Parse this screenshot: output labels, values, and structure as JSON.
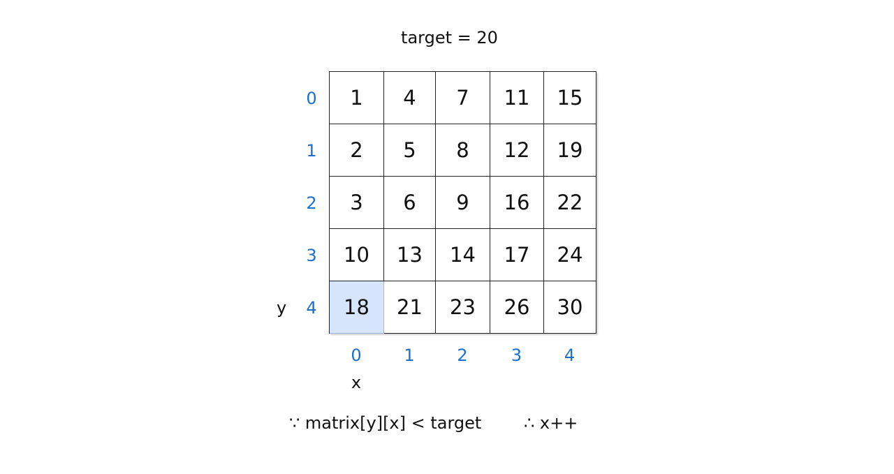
{
  "title": "target = 20",
  "matrix": [
    [
      "1",
      "4",
      "7",
      "11",
      "15"
    ],
    [
      "2",
      "5",
      "8",
      "12",
      "19"
    ],
    [
      "3",
      "6",
      "9",
      "16",
      "22"
    ],
    [
      "10",
      "13",
      "14",
      "17",
      "24"
    ],
    [
      "18",
      "21",
      "23",
      "26",
      "30"
    ]
  ],
  "highlight": {
    "row": 4,
    "col": 0,
    "color": "#d6e5fb"
  },
  "row_indices": [
    "0",
    "1",
    "2",
    "3",
    "4"
  ],
  "col_indices": [
    "0",
    "1",
    "2",
    "3",
    "4"
  ],
  "y_label": "y",
  "x_label": "x",
  "condition": "∵ matrix[y][x] < target",
  "conclusion": "∴ x++",
  "index_color": "#1a6fcf"
}
